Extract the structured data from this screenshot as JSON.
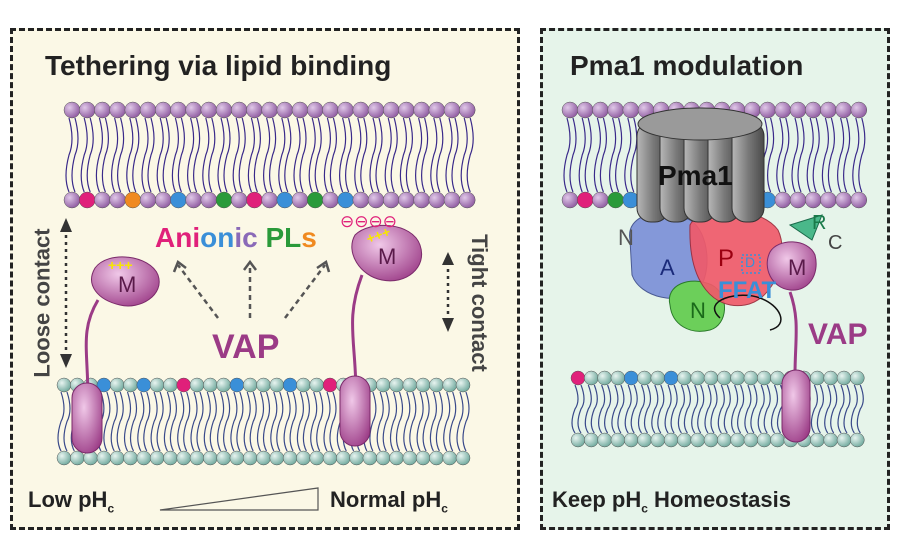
{
  "left_panel": {
    "title": "Tethering via lipid binding",
    "loose_label": "Loose contact",
    "tight_label": "Tight contact",
    "anionic": {
      "p1": "Ani",
      "p2": "on",
      "p3": "ic",
      "p4": " PL",
      "p5": "s"
    },
    "m_label": "M",
    "vap_label": "VAP",
    "charges_plus": "+++",
    "charges_minus": "⊖⊖⊖⊖",
    "low_ph": "Low pH",
    "normal_ph": "Normal pH",
    "ph_sub": "c"
  },
  "right_panel": {
    "title": "Pma1 modulation",
    "pma1_label": "Pma1",
    "domain_n": "N",
    "domain_a": "A",
    "domain_p": "P",
    "domain_d": "D",
    "domain_m": "M",
    "domain_r": "R",
    "domain_c": "C",
    "domain_n2": "N",
    "ffat_label": "FFAT",
    "vap_label": "VAP",
    "bottom_label_a": "Keep pH",
    "bottom_label_sub": "c",
    "bottom_label_b": " Homeostasis"
  },
  "colors": {
    "vap_purple": "#9b3b86",
    "anionic_pink": "#e0207a",
    "anionic_blue": "#3a8fd8",
    "anionic_green": "#2a9a3a",
    "anionic_orange": "#f08a20"
  }
}
